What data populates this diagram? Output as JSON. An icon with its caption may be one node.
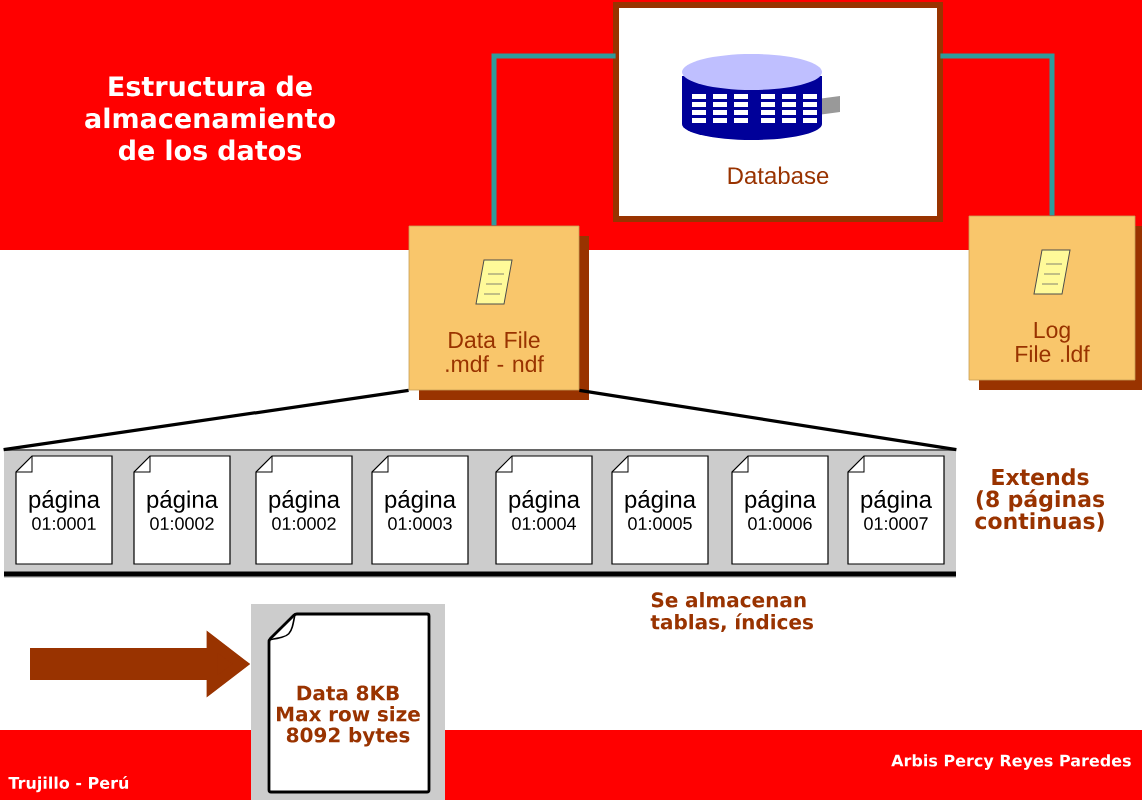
{
  "diagram": {
    "title": "Estructura de almacenamiento de los datos",
    "nodes": [
      {
        "text": [
          "Database"
        ]
      },
      {
        "text": [
          "Data File .mdf - ndf"
        ]
      },
      {
        "text": [
          "Log File .ldf"
        ]
      },
      {
        "text": [],
        "shape": "bar"
      },
      {
        "text": [
          "página",
          "01:0001"
        ],
        "in": 3
      },
      {
        "text": [
          "página",
          "01:0002"
        ],
        "in": 3
      },
      {
        "text": [
          "página",
          "01:0002"
        ],
        "in": 3
      },
      {
        "text": [
          "página",
          "01:0003"
        ],
        "in": 3
      },
      {
        "text": [
          "página",
          "01:0004"
        ],
        "in": 3
      },
      {
        "text": [
          "página",
          "01:0005"
        ],
        "in": 3
      },
      {
        "text": [
          "página",
          "01:0006"
        ],
        "in": 3
      },
      {
        "text": [
          "página",
          "01:0007"
        ],
        "in": 3
      },
      {
        "text": [
          "Data 8KB Max row size 8092 bytes"
        ]
      }
    ],
    "edges": [
      {
        "from": 0,
        "to": 1,
        "arrow": "none",
        "color": "#2e9c9c"
      },
      {
        "from": 0,
        "to": 2,
        "arrow": "none",
        "color": "#2e9c9c"
      },
      {
        "from": 1,
        "to": 3,
        "arrow": "none",
        "color": "#000000"
      },
      {
        "from": 1,
        "to": 3,
        "arrow": "none",
        "color": "#000000"
      },
      {
        "from": null,
        "to": 12,
        "arrow": "to",
        "style": "thick",
        "color": "#993300"
      }
    ],
    "labels": [
      "Extends (8 páginas continuas)",
      "Se almacenan tablas, índices",
      "Trujillo - Perú",
      "Arbis Percy Reyes Paredes"
    ]
  }
}
